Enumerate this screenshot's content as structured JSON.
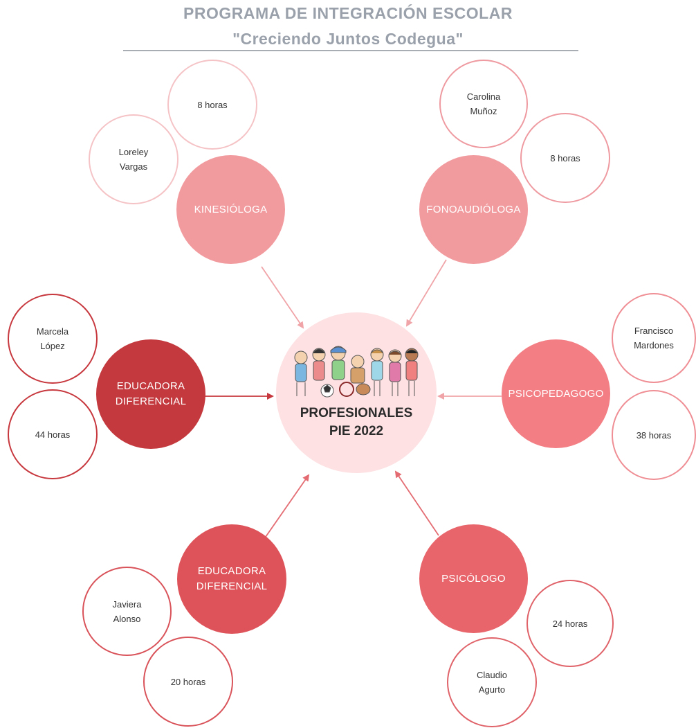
{
  "header": {
    "title": "PROGRAMA DE INTEGRACIÓN ESCOLAR",
    "subtitle": "\"Creciendo Juntos Codegua\""
  },
  "center": {
    "title": "PROFESIONALES\nPIE 2022"
  },
  "roles": {
    "kinesiologa": {
      "label": "KINESIÓLOGA",
      "name": "Loreley\nVargas",
      "hours": "8 horas",
      "color": "#f29b9f",
      "border": "#f5c3c6"
    },
    "fonoaudiologa": {
      "label": "FONOAUDIÓLOGA",
      "name": "Carolina\nMuñoz",
      "hours": "8 horas",
      "color": "#f29b9f",
      "border": "#ee9aa0"
    },
    "educadora1": {
      "label": "EDUCADORA\nDIFERENCIAL",
      "name": "Marcela\nLópez",
      "hours": "44 horas",
      "color": "#c3393d",
      "border": "#c7383e"
    },
    "psicopedagogo": {
      "label": "PSICOPEDAGOGO",
      "name": "Francisco\nMardones",
      "hours": "38 horas",
      "color": "#f37e84",
      "border": "#ef8e94"
    },
    "educadora2": {
      "label": "EDUCADORA\nDIFERENCIAL",
      "name": "Javiera\nAlonso",
      "hours": "20 horas",
      "color": "#de5359",
      "border": "#d9535a"
    },
    "psicologo": {
      "label": "PSICÓLOGO",
      "name": "Claudio\nAgurto",
      "hours": "24 horas",
      "color": "#e8656b",
      "border": "#e0636a"
    }
  }
}
